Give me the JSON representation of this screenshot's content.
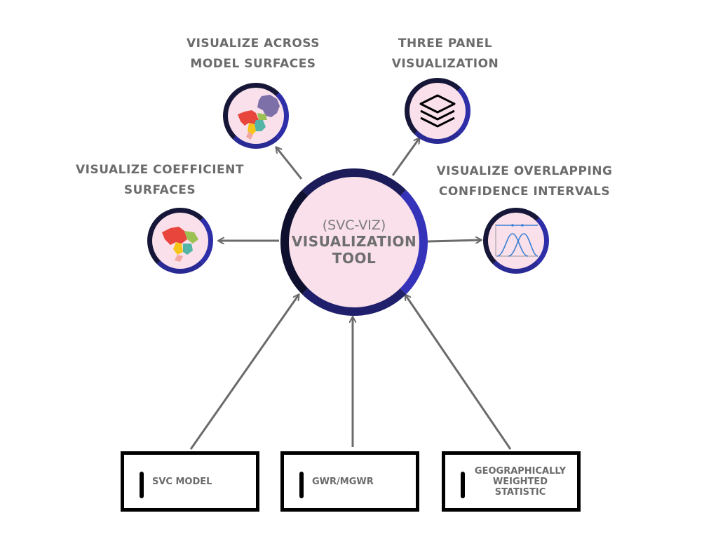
{
  "center": {
    "subtitle": "(SVC-VIZ)",
    "title_line1": "VISUALIZATION",
    "title_line2": "TOOL"
  },
  "outputs": {
    "across_surfaces": {
      "line1": "VISUALIZE ACROSS",
      "line2": "MODEL SURFACES",
      "icon": "brazil-maps-icon"
    },
    "three_panel": {
      "line1": "THREE PANEL",
      "line2": "VISUALIZATION",
      "icon": "layers-icon"
    },
    "coefficient_surfaces": {
      "line1": "VISUALIZE COEFFICIENT",
      "line2": "SURFACES",
      "icon": "brazil-map-icon"
    },
    "confidence_intervals": {
      "line1": "VISUALIZE OVERLAPPING",
      "line2": "CONFIDENCE INTERVALS",
      "icon": "distribution-curves-icon"
    }
  },
  "inputs": {
    "svc_model": {
      "label": "SVC MODEL"
    },
    "gwr_mgwr": {
      "label": "GWR/MGWR"
    },
    "geo_stat": {
      "line1": "GEOGRAPHICALLY",
      "line2": "WEIGHTED",
      "line3": "STATISTIC"
    }
  },
  "colors": {
    "node_fill": "#f9e0ea",
    "ring_dark": "#0f0f2e",
    "ring_blue": "#3433b9",
    "arrow": "#6b6b6b",
    "label_text": "#6b6b6b"
  }
}
